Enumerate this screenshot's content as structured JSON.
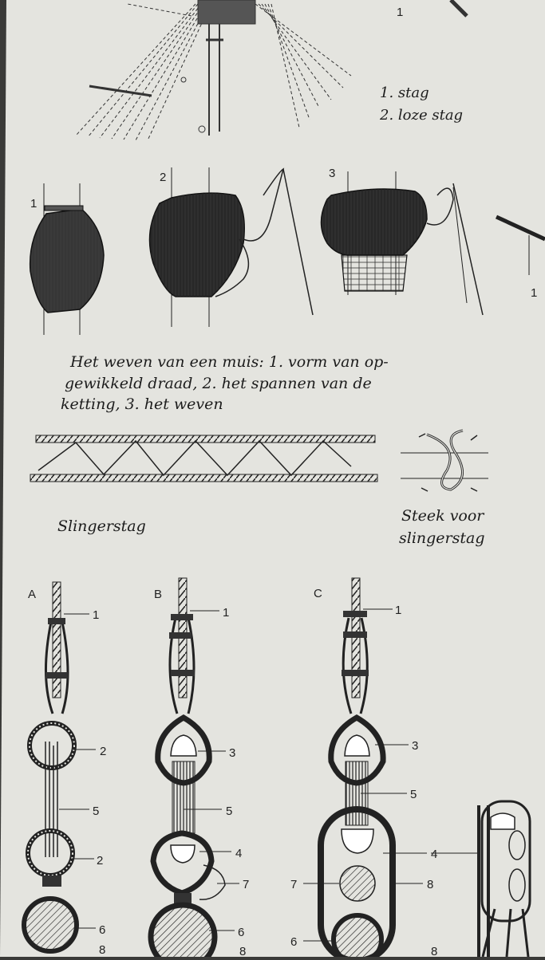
{
  "top_legend": {
    "number": "1",
    "line1": "1. stag",
    "line2": "2. loze stag"
  },
  "muis_figure": {
    "labels": [
      "1",
      "2",
      "3"
    ],
    "caption_line1": "Het weven van een muis: 1. vorm van op-",
    "caption_line2": "gewikkeld draad, 2. het spannen van de",
    "caption_line3": "ketting, 3. het weven",
    "edge_number": "1"
  },
  "slinger_figure": {
    "caption": "Slingerstag",
    "knot_caption_line1": "Steek voor",
    "knot_caption_line2": "slingerstag"
  },
  "rig_figure": {
    "variants": [
      "A",
      "B",
      "C"
    ],
    "labels_A": [
      "1",
      "2",
      "5",
      "2",
      "6",
      "8"
    ],
    "labels_B": [
      "1",
      "3",
      "5",
      "4",
      "7",
      "6",
      "8"
    ],
    "labels_C": [
      "1",
      "3",
      "5",
      "4",
      "7",
      "8",
      "6",
      "8"
    ]
  },
  "colors": {
    "paper": "#e4e4df",
    "ink": "#1c1c1c",
    "background": "#3a3a38"
  }
}
